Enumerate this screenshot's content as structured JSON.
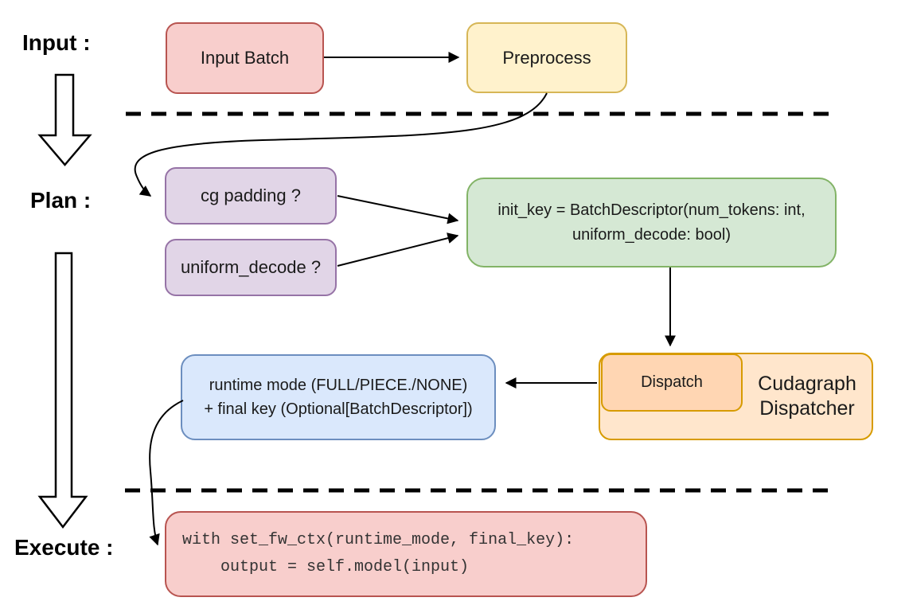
{
  "stage_labels": {
    "input": "Input :",
    "plan": "Plan :",
    "execute": "Execute :"
  },
  "nodes": {
    "input_batch": {
      "label": "Input Batch",
      "fill": "#f8cecc",
      "stroke": "#b85450"
    },
    "preprocess": {
      "label": "Preprocess",
      "fill": "#fff2cc",
      "stroke": "#d6b656"
    },
    "cg_padding": {
      "label": "cg padding ?",
      "fill": "#e1d5e7",
      "stroke": "#9673a6"
    },
    "uniform_decode": {
      "label": "uniform_decode ?",
      "fill": "#e1d5e7",
      "stroke": "#9673a6"
    },
    "init_key": {
      "lines": [
        "init_key = BatchDescriptor(num_tokens: int,",
        "uniform_decode: bool)"
      ],
      "fill": "#d5e8d4",
      "stroke": "#82b366"
    },
    "dispatch": {
      "label": "Dispatch",
      "fill": "#ffd6b3",
      "stroke": "#d79b00"
    },
    "cudagraph_dispatcher": {
      "label": "Cudagraph Dispatcher",
      "fill": "#ffe6cc",
      "stroke": "#d79b00"
    },
    "runtime_mode": {
      "lines": [
        "runtime mode (FULL/PIECE./NONE)",
        "+ final key (Optional[BatchDescriptor])"
      ],
      "fill": "#dae8fc",
      "stroke": "#6c8ebf"
    },
    "execute_code": {
      "lines": [
        "with set_fw_ctx(runtime_mode, final_key):",
        "    output = self.model(input)"
      ],
      "fill": "#f8cecc",
      "stroke": "#b85450"
    }
  }
}
